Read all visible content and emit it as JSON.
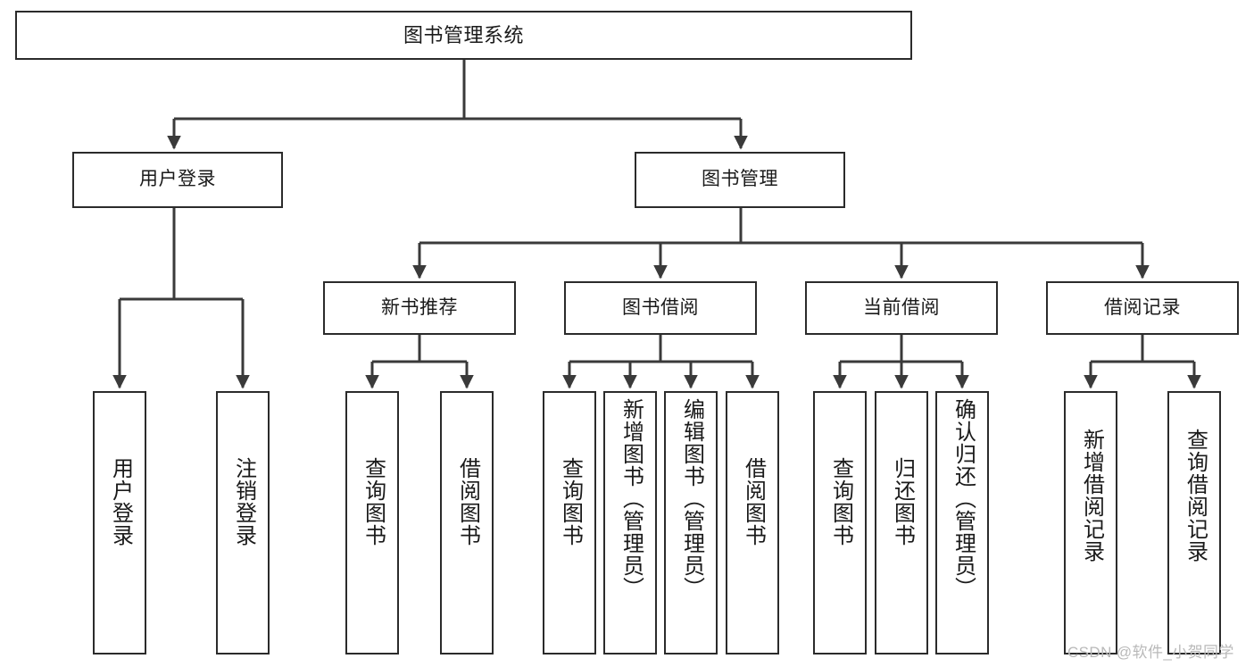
{
  "diagram": {
    "title": "图书管理系统",
    "type": "hierarchy-tree",
    "colors": {
      "box_border": "#2b2b2b",
      "box_fill": "#ffffff",
      "connector": "#3a3a3a",
      "text": "#1a1a1a",
      "watermark": "#b9b9b9"
    },
    "nodes": {
      "root": {
        "label": "图书管理系统"
      },
      "level2": [
        {
          "id": "user-login",
          "label": "用户登录"
        },
        {
          "id": "book-manage",
          "label": "图书管理"
        }
      ],
      "level3": [
        {
          "id": "new-book-recommend",
          "label": "新书推荐"
        },
        {
          "id": "book-borrow",
          "label": "图书借阅"
        },
        {
          "id": "current-borrow",
          "label": "当前借阅"
        },
        {
          "id": "borrow-record",
          "label": "借阅记录"
        }
      ],
      "leaves": {
        "user_login": [
          {
            "id": "leaf-user-login",
            "label": "用户登录"
          },
          {
            "id": "leaf-logout",
            "label": "注销登录"
          }
        ],
        "new_book_recommend": [
          {
            "id": "leaf-query-book-1",
            "label": "查询图书"
          },
          {
            "id": "leaf-borrow-book-1",
            "label": "借阅图书"
          }
        ],
        "book_borrow": [
          {
            "id": "leaf-query-book-2",
            "label": "查询图书"
          },
          {
            "id": "leaf-add-book",
            "label": "新增图书（管理员）"
          },
          {
            "id": "leaf-edit-book",
            "label": "编辑图书（管理员）"
          },
          {
            "id": "leaf-borrow-book-2",
            "label": "借阅图书"
          }
        ],
        "current_borrow": [
          {
            "id": "leaf-query-book-3",
            "label": "查询图书"
          },
          {
            "id": "leaf-return-book",
            "label": "归还图书"
          },
          {
            "id": "leaf-confirm-return",
            "label": "确认归还（管理员）"
          }
        ],
        "borrow_record": [
          {
            "id": "leaf-add-record",
            "label": "新增借阅记录"
          },
          {
            "id": "leaf-query-record",
            "label": "查询借阅记录"
          }
        ]
      }
    },
    "watermark": "CSDN @软件_小贺同学"
  }
}
